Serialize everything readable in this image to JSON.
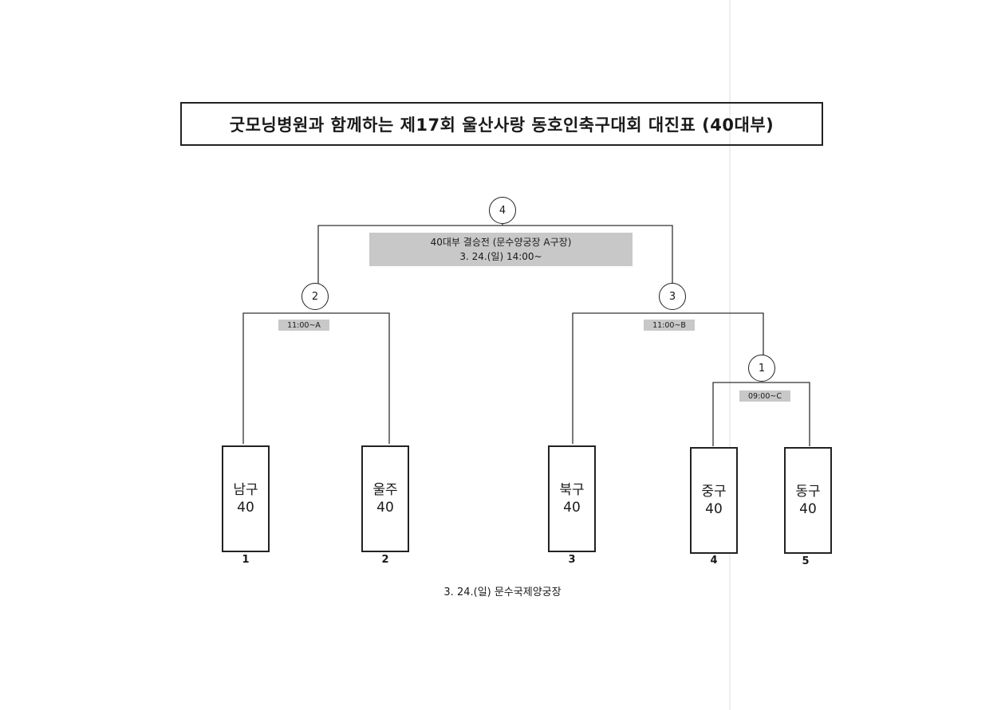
{
  "title": "굿모닝병원과 함께하는 제17회 울산사랑 동호인축구대회 대진표 (40대부)",
  "final": {
    "match_no": "4",
    "line1": "40대부 결승전 (문수양궁장 A구장)",
    "line2": "3. 24.(일) 14:00~"
  },
  "matches": [
    {
      "no": "2",
      "time": "11:00~A"
    },
    {
      "no": "3",
      "time": "11:00~B"
    },
    {
      "no": "1",
      "time": "09:00~C"
    }
  ],
  "teams": [
    {
      "name": "남구",
      "age": "40",
      "seed": "1"
    },
    {
      "name": "울주",
      "age": "40",
      "seed": "2"
    },
    {
      "name": "북구",
      "age": "40",
      "seed": "3"
    },
    {
      "name": "중구",
      "age": "40",
      "seed": "4"
    },
    {
      "name": "동구",
      "age": "40",
      "seed": "5"
    }
  ],
  "venue": "3. 24.(일) 문수국제양궁장"
}
